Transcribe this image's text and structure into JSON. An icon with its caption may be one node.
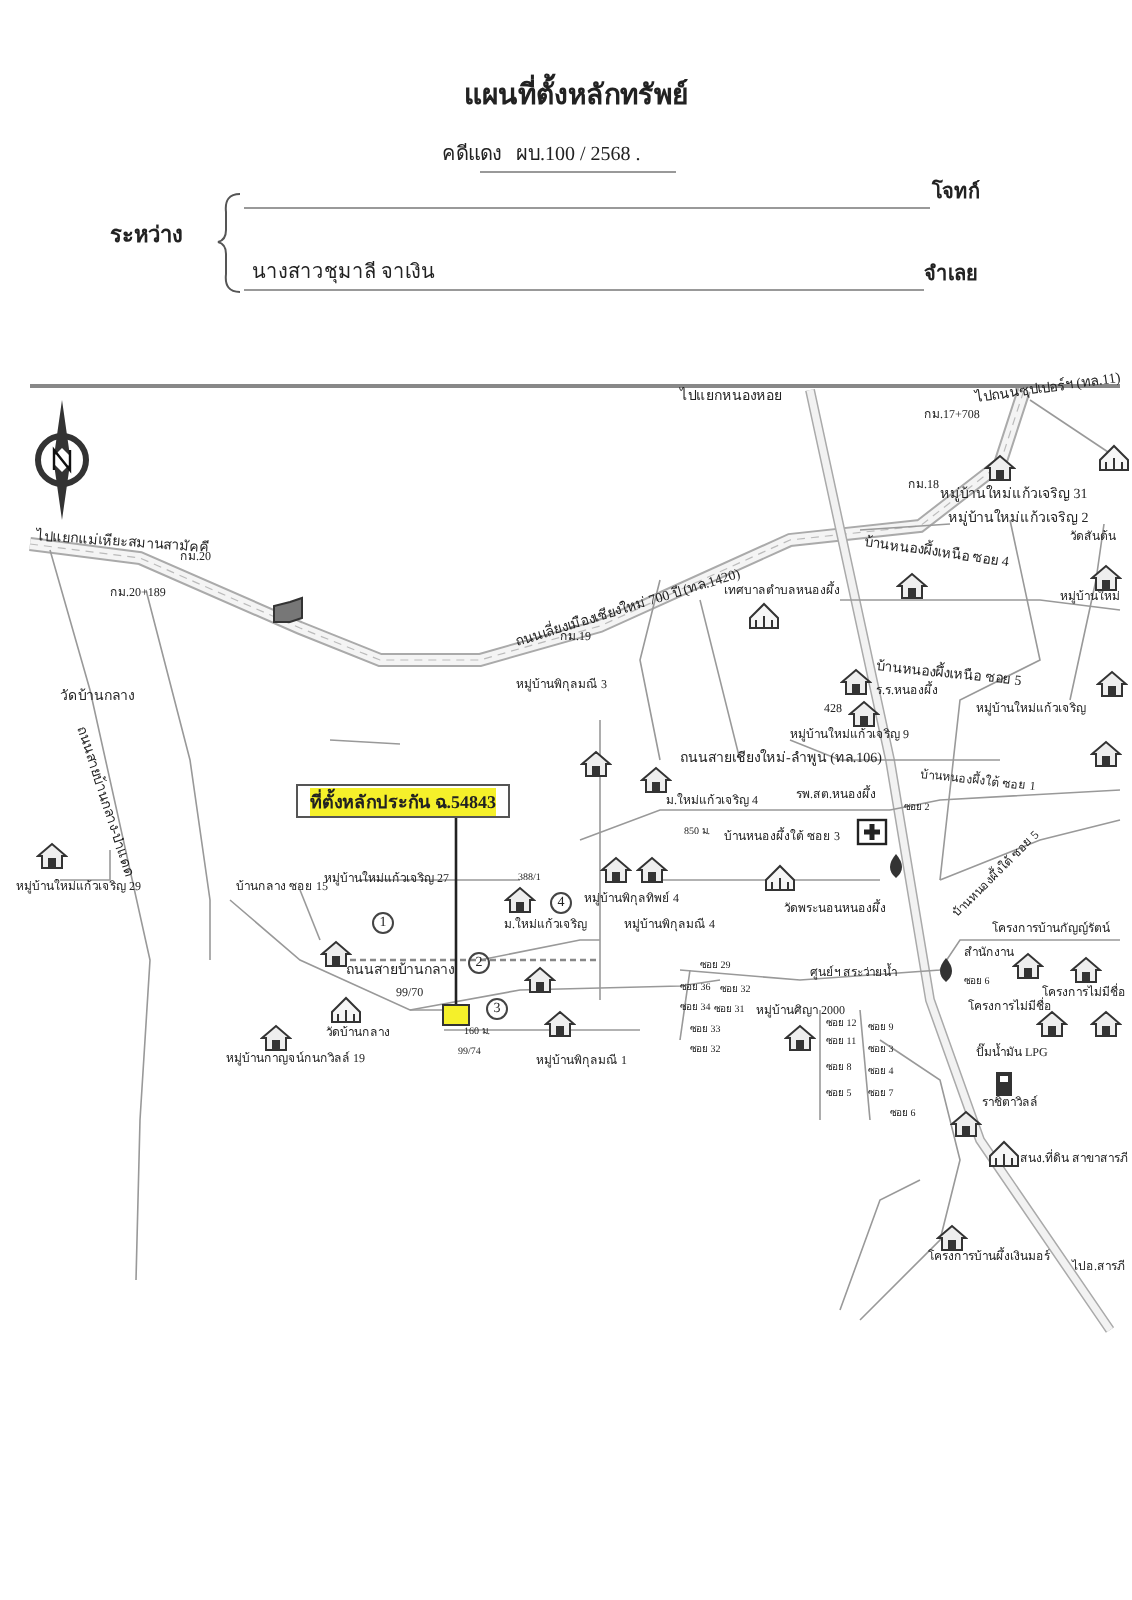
{
  "diagram": {
    "title": "แผนที่ตั้งหลักทรัพย์",
    "nodes": [
      {
        "text": [
          "ที่ตั้งหลักประกัน ฉ.54843"
        ]
      },
      {
        "text": [],
        "shape": "box"
      }
    ],
    "edges": [
      {
        "from": 0,
        "to": 1,
        "arrow": "none"
      }
    ],
    "labels": [
      "คดีแดง",
      "ผบ.100 / 2568 .",
      "ระหว่าง",
      "โจทก์",
      "นางสาวชุมาลี  จาเงิน",
      "จำเลย",
      "ไปแยกหนองหอย",
      "ไปถนนซุปเปอร์ฯ (ทล.11)",
      "กม.17+708",
      "ไปแยกแม่เหียะสมานสามัคคี",
      "กม.20",
      "กม.20+189",
      "กม.19",
      "กม.18",
      "ถนนเลี่ยงเมืองเชียงใหม่ 700 ปี (ทล.1420)",
      "เทศบาลตำบลหนองผึ้ง",
      "บ้านหนองผึ้งเหนือ ซอย 4",
      "หมู่บ้านใหม่แก้วเจริญ 31",
      "หมู่บ้านใหม่แก้วเจริญ 2",
      "วัดสันต้น",
      "หมู่บ้านใหม่",
      "บ้านหนองผึ้งเหนือ ซอย 5",
      "ร.ร.หนองผึ้ง",
      "428",
      "หมู่บ้านใหม่แก้วเจริญ",
      "หมู่บ้านใหม่แก้วเจริญ 9",
      "ถนนสายเชียงใหม่-ลำพูน (ทล.106)",
      "หมู่บ้านพิกุลมณี 3",
      "วัดบ้านกลาง",
      "ถนนสายบ้านกลาง-ป่าแดด",
      "หมู่บ้านใหม่แก้วเจริญ 29",
      "บ้านกลาง ซอย 15",
      "หมู่บ้านใหม่แก้วเจริญ 27",
      "ถนนสายบ้านกลาง",
      "วัดบ้านกลาง",
      "หมู่บ้านกาญจน์กนกวิลล์ 19",
      "99/70",
      "160 ม.",
      "99/74",
      "388/1",
      "ม.ใหม่แก้วเจริญ",
      "หมู่บ้านพิกุลมณี 1",
      "1",
      "2",
      "3",
      "4",
      "ม.ใหม่แก้วเจริญ 4",
      "รพ.สต.หนองผึ้ง",
      "ซอย 2",
      "850 ม.",
      "บ้านหนองผึ้งใต้ ซอย 3",
      "บ้านหนองผึ้งใต้ ซอย 1",
      "วัดพระนอนหนองผึ้ง",
      "หมู่บ้านพิกุลทิพย์ 4",
      "หมู่บ้านพิกุลมณี 4",
      "บ้านหนองผึ้งใต้ ซอย 5",
      "โครงการบ้านกัญญ์รัตน์",
      "สำนักงาน",
      "ซอย 6",
      "โครงการไม่มีชื่อ",
      "โครงการไม่มีชื่อ",
      "ศูนย์ฯ สระว่ายน้ำ",
      "หมู่บ้านศิญา 2000",
      "ซอย 29",
      "ซอย 36",
      "ซอย 32",
      "ซอย 34",
      "ซอย 31",
      "ซอย 33",
      "ซอย 32",
      "ซอย 12",
      "ซอย 11",
      "ซอย 9",
      "ซอย 8",
      "ซอย 3",
      "ซอย 4",
      "ซอย 5",
      "ซอย 7",
      "ซอย 6",
      "ปั๊มน้ำมัน LPG",
      "ราชิตาวิลล์",
      "สนง.ที่ดิน สาขาสารภี",
      "โครงการบ้านผึ้งเงินมอร์",
      "ไปอ.สารภี"
    ]
  }
}
